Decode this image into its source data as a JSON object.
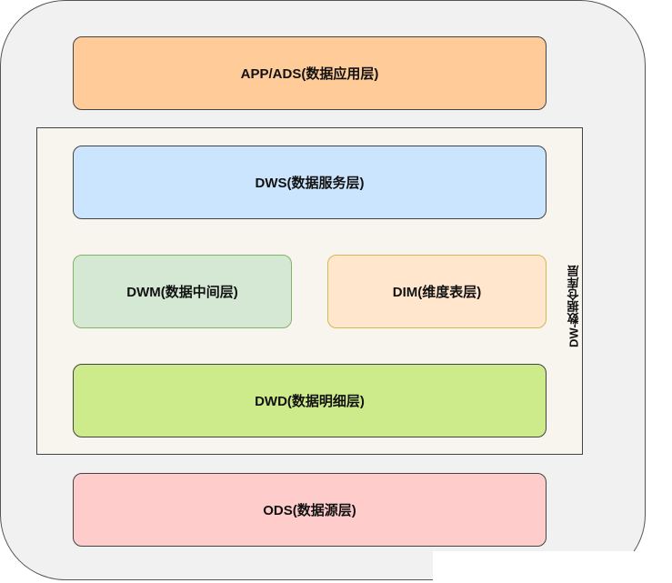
{
  "diagram": {
    "layers": {
      "ads": {
        "label": "APP/ADS(数据应用层)",
        "fill": "#ffcc99",
        "stroke": "#444444"
      },
      "dws": {
        "label": "DWS(数据服务层)",
        "fill": "#cce5ff",
        "stroke": "#444444"
      },
      "dwm": {
        "label": "DWM(数据中间层)",
        "fill": "#d5e8d4",
        "stroke": "#82b366"
      },
      "dim": {
        "label": "DIM(维度表层)",
        "fill": "#ffe6cc",
        "stroke": "#d6b656"
      },
      "dwd": {
        "label": "DWD(数据明细层)",
        "fill": "#cdeb8b",
        "stroke": "#444444"
      },
      "ods": {
        "label": "ODS(数据源层)",
        "fill": "#ffcccc",
        "stroke": "#444444"
      }
    },
    "dw_group": {
      "label": "DW-数据仓库层",
      "fill": "#f8f5ef"
    }
  }
}
